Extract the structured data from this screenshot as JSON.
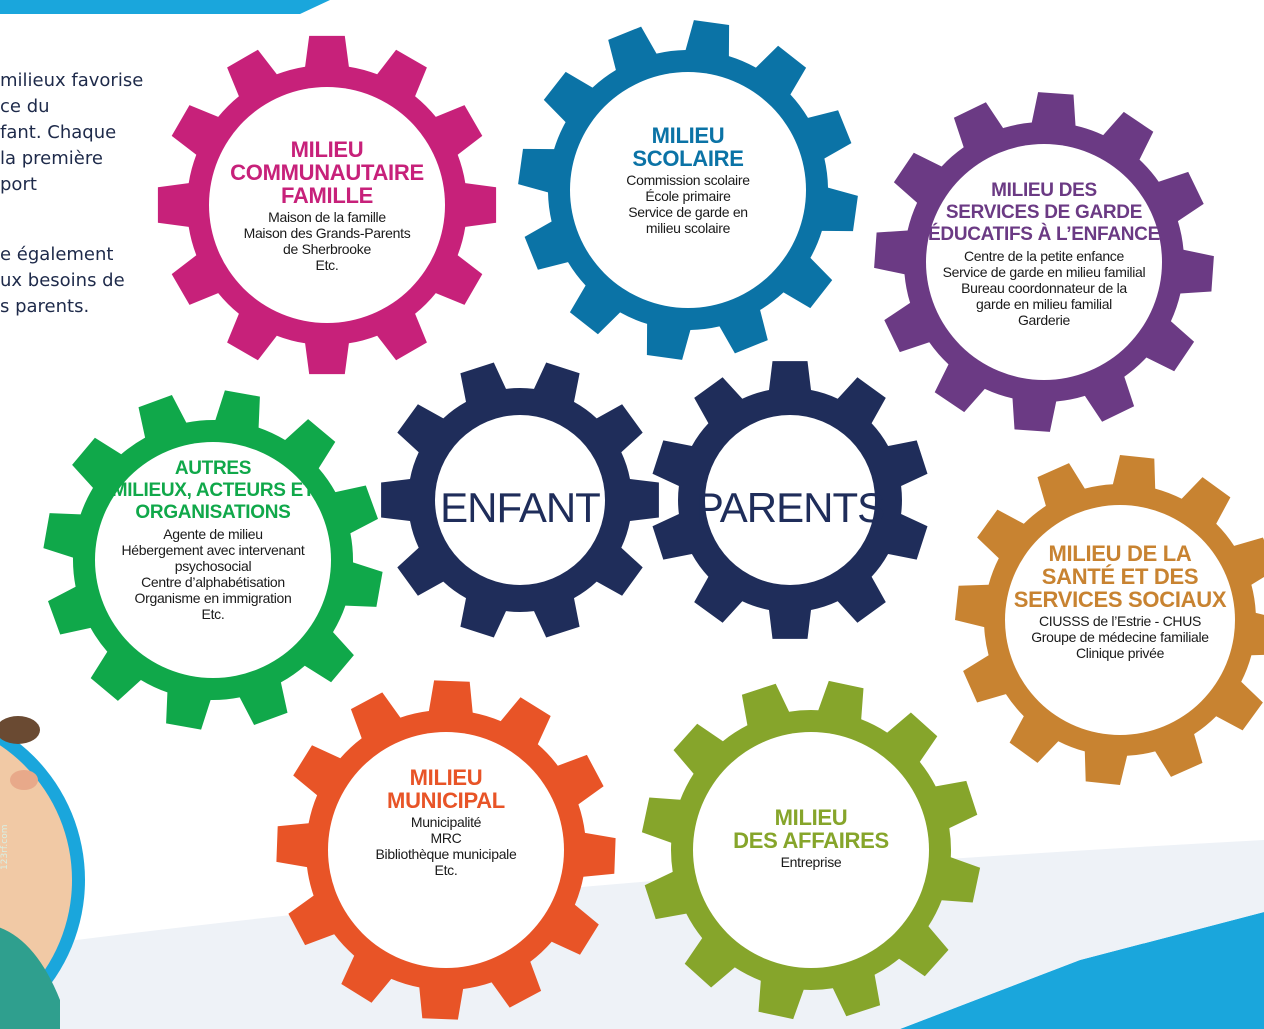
{
  "intro_text": [
    "milieux favorise",
    "ce du",
    "fant. Chaque",
    "la première",
    "port",
    "",
    "e également",
    "ux besoins de",
    "s parents."
  ],
  "photo_credit": "123rf.com",
  "colors": {
    "navy": "#1f2d5a",
    "magenta": "#c7217a",
    "blue": "#0b73a6",
    "purple": "#6b3a84",
    "green": "#10a84a",
    "orange_red": "#e85427",
    "olive_green": "#86a52b",
    "ochre": "#c88331",
    "accent_blue": "#1aa6dc"
  },
  "gears": {
    "communautaire": {
      "icon": "gear-icon",
      "title": [
        "MILIEU",
        "COMMUNAUTAIRE",
        "FAMILLE"
      ],
      "items": [
        "Maison de la famille",
        "Maison des Grands-Parents",
        "de Sherbrooke",
        "Etc."
      ]
    },
    "scolaire": {
      "icon": "gear-icon",
      "title": [
        "MILIEU",
        "SCOLAIRE"
      ],
      "items": [
        "Commission scolaire",
        "École primaire",
        "Service de garde en",
        "milieu scolaire"
      ]
    },
    "garde": {
      "icon": "gear-icon",
      "title": [
        "MILIEU DES",
        "SERVICES DE GARDE",
        "ÉDUCATIFS À L’ENFANCE"
      ],
      "items": [
        "Centre de la petite enfance",
        "Service de garde en milieu familial",
        "Bureau coordonnateur de la",
        "garde en milieu familial",
        "Garderie"
      ]
    },
    "autres": {
      "icon": "gear-icon",
      "title": [
        "AUTRES",
        "MILIEUX, ACTEURS ET",
        "ORGANISATIONS"
      ],
      "items": [
        "Agente de milieu",
        "Hébergement avec intervenant",
        "psychosocial",
        "Centre d’alphabétisation",
        "Organisme en immigration",
        "Etc."
      ]
    },
    "enfant": {
      "icon": "gear-icon",
      "label": "ENFANT"
    },
    "parents": {
      "icon": "gear-icon",
      "label": "PARENTS"
    },
    "sante": {
      "icon": "gear-icon",
      "title": [
        "MILIEU DE LA",
        "SANTÉ ET DES",
        "SERVICES SOCIAUX"
      ],
      "items": [
        "CIUSSS de l’Estrie - CHUS",
        "Groupe de médecine familiale",
        "Clinique privée"
      ]
    },
    "municipal": {
      "icon": "gear-icon",
      "title": [
        "MILIEU",
        "MUNICIPAL"
      ],
      "items": [
        "Municipalité",
        "MRC",
        "Bibliothèque municipale",
        "Etc."
      ]
    },
    "affaires": {
      "icon": "gear-icon",
      "title": [
        "MILIEU",
        "DES AFFAIRES"
      ],
      "items": [
        "Entreprise"
      ]
    }
  }
}
